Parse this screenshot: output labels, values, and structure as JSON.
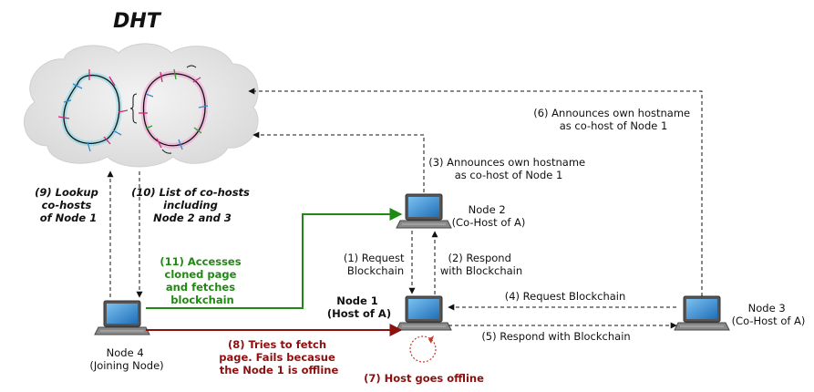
{
  "title": "DHT",
  "nodes": {
    "node1": [
      "Node 1",
      "(Host of A)"
    ],
    "node2": [
      "Node 2",
      "(Co-Host of A)"
    ],
    "node3": [
      "Node 3",
      "(Co-Host of A)"
    ],
    "node4": [
      "Node 4",
      "(Joining Node)"
    ]
  },
  "steps": {
    "s1": [
      "(1) Request",
      "Blockchain"
    ],
    "s2": [
      "(2) Respond",
      "with Blockchain"
    ],
    "s3": [
      "(3) Announces own hostname",
      "as co-host of Node 1"
    ],
    "s4": "(4) Request Blockchain",
    "s5": "(5) Respond with Blockchain",
    "s6": [
      "(6) Announces own hostname",
      "as co-host of Node 1"
    ],
    "s7": "(7) Host goes offline",
    "s8": [
      "(8) Tries to fetch",
      "page. Fails becasue",
      "the Node 1 is offline"
    ],
    "s9": [
      "(9) Lookup",
      "co-hosts",
      "of Node 1"
    ],
    "s10": [
      "(10) List of co-hosts",
      "including",
      "Node 2 and 3"
    ],
    "s11": [
      "(11) Accesses",
      "cloned page",
      "and fetches",
      "blockchain"
    ]
  },
  "colors": {
    "green": "#1f8a12",
    "darkred": "#8b1010",
    "cloud": "#e6e6e6",
    "screen": "#2f86d0"
  }
}
